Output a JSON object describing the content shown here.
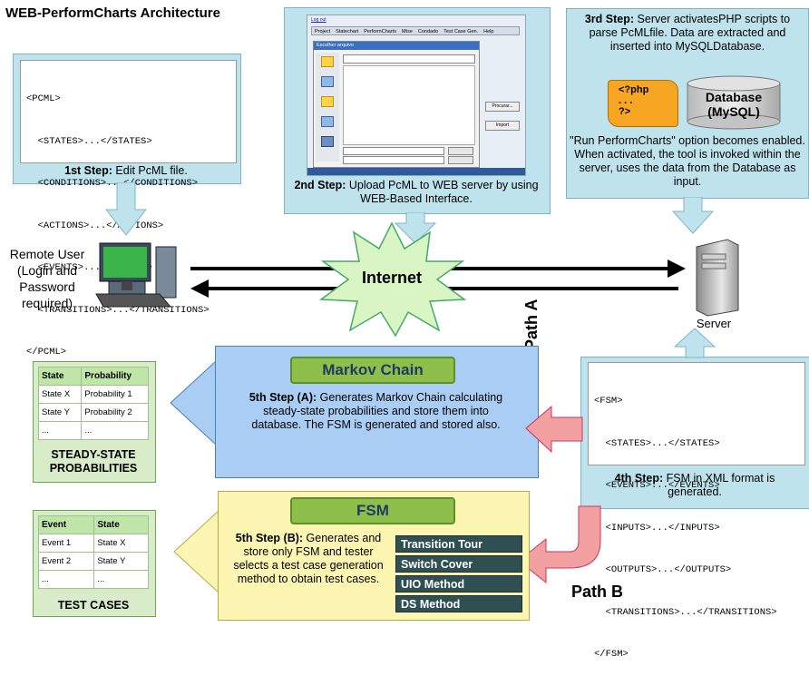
{
  "title": "WEB-PerformCharts Architecture",
  "step1": {
    "code_lines": [
      "<PCML>",
      "  <STATES>...</STATES>",
      "  <CONDITIONS>...</CONDITIONS>",
      "  <ACTIONS>...</ACTIONS>",
      "  <EVENTS>...</EVENTS>",
      "  <TRANSITIONS>...</TRANSITIONS>",
      "</PCML>"
    ],
    "label": "1st Step:",
    "text": "Edit PcML file."
  },
  "step2": {
    "nav": [
      "Project",
      "Statechart",
      "PerformCharts",
      "Mtse",
      "Condado",
      "Test Case Gen.",
      "Help"
    ],
    "dialog_title": "Escolher arquivo",
    "buttons": [
      "Procurar...",
      "Import"
    ],
    "label": "2nd Step:",
    "text": "Upload PcML to WEB server by using WEB-Based Interface."
  },
  "step3": {
    "label": "3rd Step:",
    "text": "Server activatesPHP scripts to parse PcMLfile. Data are extracted and inserted into MySQLDatabase.",
    "php_icon": "<?php\n. . .\n?>",
    "db_line1": "Database",
    "db_line2": "(MySQL)",
    "text2": "\"Run PerformCharts\" option becomes enabled. When activated, the tool is invoked within the server, uses the data from the Database as input."
  },
  "remote_user": "Remote User\n(Login and\nPassword\nrequired)",
  "internet": "Internet",
  "server": "Server",
  "path_a": "Path A",
  "path_b": "Path B",
  "markov": {
    "title": "Markov Chain",
    "label": "5th Step (A):",
    "text": "Generates Markov Chain calculating steady-state probabilities and store them into database. The FSM is generated and stored also."
  },
  "steady": {
    "headers": [
      "State",
      "Probability"
    ],
    "rows": [
      [
        "State X",
        "Probability 1"
      ],
      [
        "State Y",
        "Probability 2"
      ],
      [
        "...",
        "..."
      ]
    ],
    "label": "STEADY-STATE PROBABILITIES"
  },
  "step4": {
    "code_lines": [
      "<FSM>",
      "  <STATES>...</STATES>",
      "  <EVENTS>...</EVENTS>",
      "  <INPUTS>...</INPUTS>",
      "  <OUTPUTS>...</OUTPUTS>",
      "  <TRANSITIONS>...</TRANSITIONS>",
      "</FSM>"
    ],
    "label": "4th Step:",
    "text": "FSM in XML format is generated."
  },
  "fsm": {
    "title": "FSM",
    "label": "5th Step (B):",
    "text": "Generates and store only FSM and tester selects a test case generation method to obtain test cases.",
    "methods": [
      "Transition Tour",
      "Switch Cover",
      "UIO Method",
      "DS Method"
    ]
  },
  "tests": {
    "headers": [
      "Event",
      "State"
    ],
    "rows": [
      [
        "Event 1",
        "State X"
      ],
      [
        "Event 2",
        "State Y"
      ],
      [
        "...",
        "..."
      ]
    ],
    "label": "TEST CASES"
  },
  "colors": {
    "callout": "#bfe3ec",
    "markov_box": "#a9cdf3",
    "fsm_box": "#fdf6b2",
    "pill": "#8ebf4a",
    "method": "#2f4f53",
    "red_arrow": "#f2a0a0"
  }
}
